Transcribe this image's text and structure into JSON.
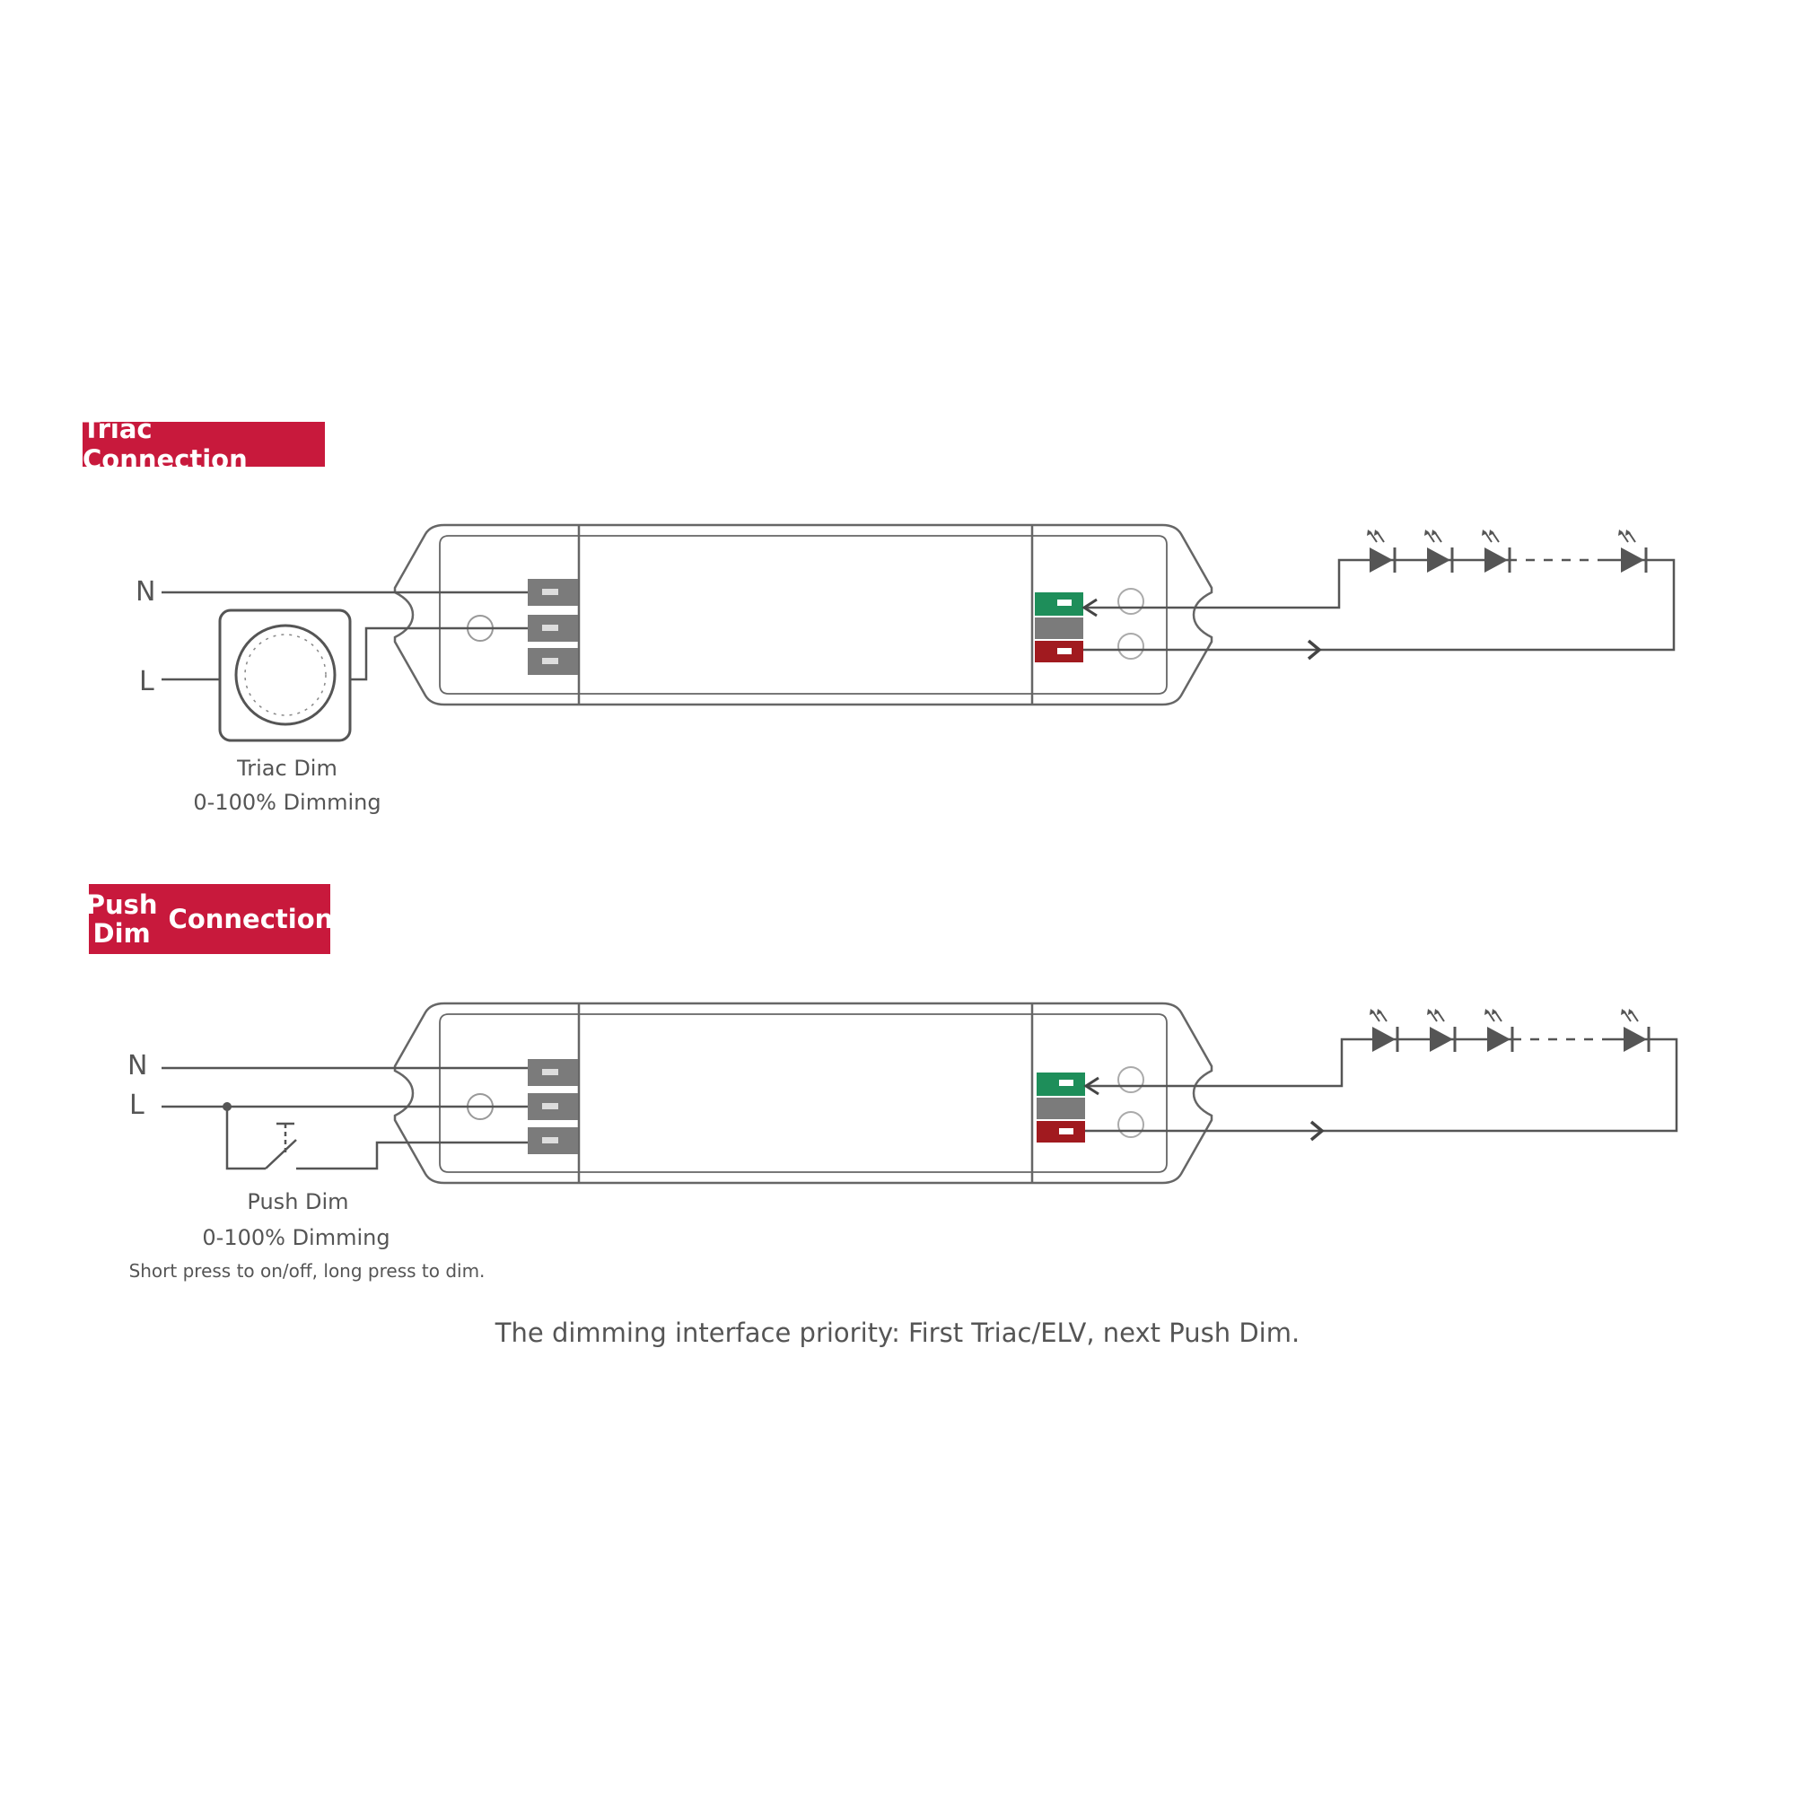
{
  "triac": {
    "tag": "Triac Connection",
    "n_label": "N",
    "l_label": "L",
    "caption_line1": "Triac Dim",
    "caption_line2": "0-100% Dimming"
  },
  "push": {
    "tag_word1": "Push",
    "tag_word2": "Dim",
    "tag_word3": "Connection",
    "n_label": "N",
    "l_label": "L",
    "caption_line1": "Push Dim",
    "caption_line2": "0-100% Dimming",
    "caption_line3": "Short press to on/off, long press to dim."
  },
  "footer_note": "The dimming interface priority: First Triac/ELV, next Push Dim.",
  "colors": {
    "tag_red": "#c8193c",
    "terminal_gray": "#7b7b7b",
    "terminal_green": "#1e8e5a",
    "terminal_red": "#a11a1f",
    "line": "#555555"
  }
}
